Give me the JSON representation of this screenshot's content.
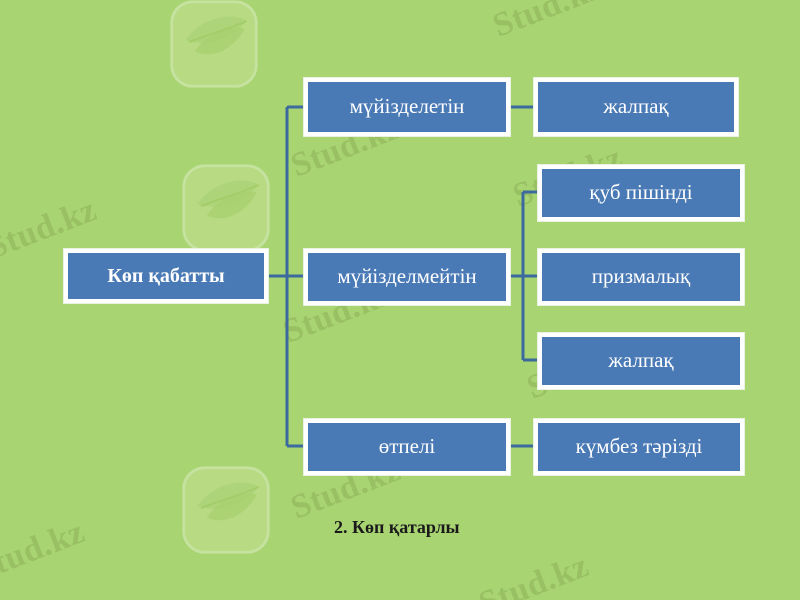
{
  "slide": {
    "background_color": "#a8d472",
    "node_fill_color": "#4a7ab5",
    "node_border_color": "#ffffff",
    "line_color": "#3c6a9e",
    "caption": "2. Көп қатарлы"
  },
  "watermark": {
    "text": "Stud.kz",
    "logo_name": "stud-kz-leaf-logo"
  },
  "nodes": {
    "root": "Көп қабатты",
    "level1": [
      "мүйізделетін",
      "мүйізделмейтін",
      "өтпелі"
    ],
    "level2_a": [
      "жалпақ"
    ],
    "level2_b": [
      "қуб пішінді",
      "призмалық",
      "жалпақ"
    ],
    "level2_c": [
      "күмбез тәрізді"
    ]
  },
  "chart_data": {
    "type": "table",
    "title": "2. Көп қатарлы",
    "root": "Көп қабатты",
    "branches": [
      {
        "label": "мүйізделетін",
        "children": [
          "жалпақ"
        ]
      },
      {
        "label": "мүйізделмейтін",
        "children": [
          "қуб пішінді",
          "призмалық",
          "жалпақ"
        ]
      },
      {
        "label": "өтпелі",
        "children": [
          "күмбез тәрізді"
        ]
      }
    ]
  }
}
